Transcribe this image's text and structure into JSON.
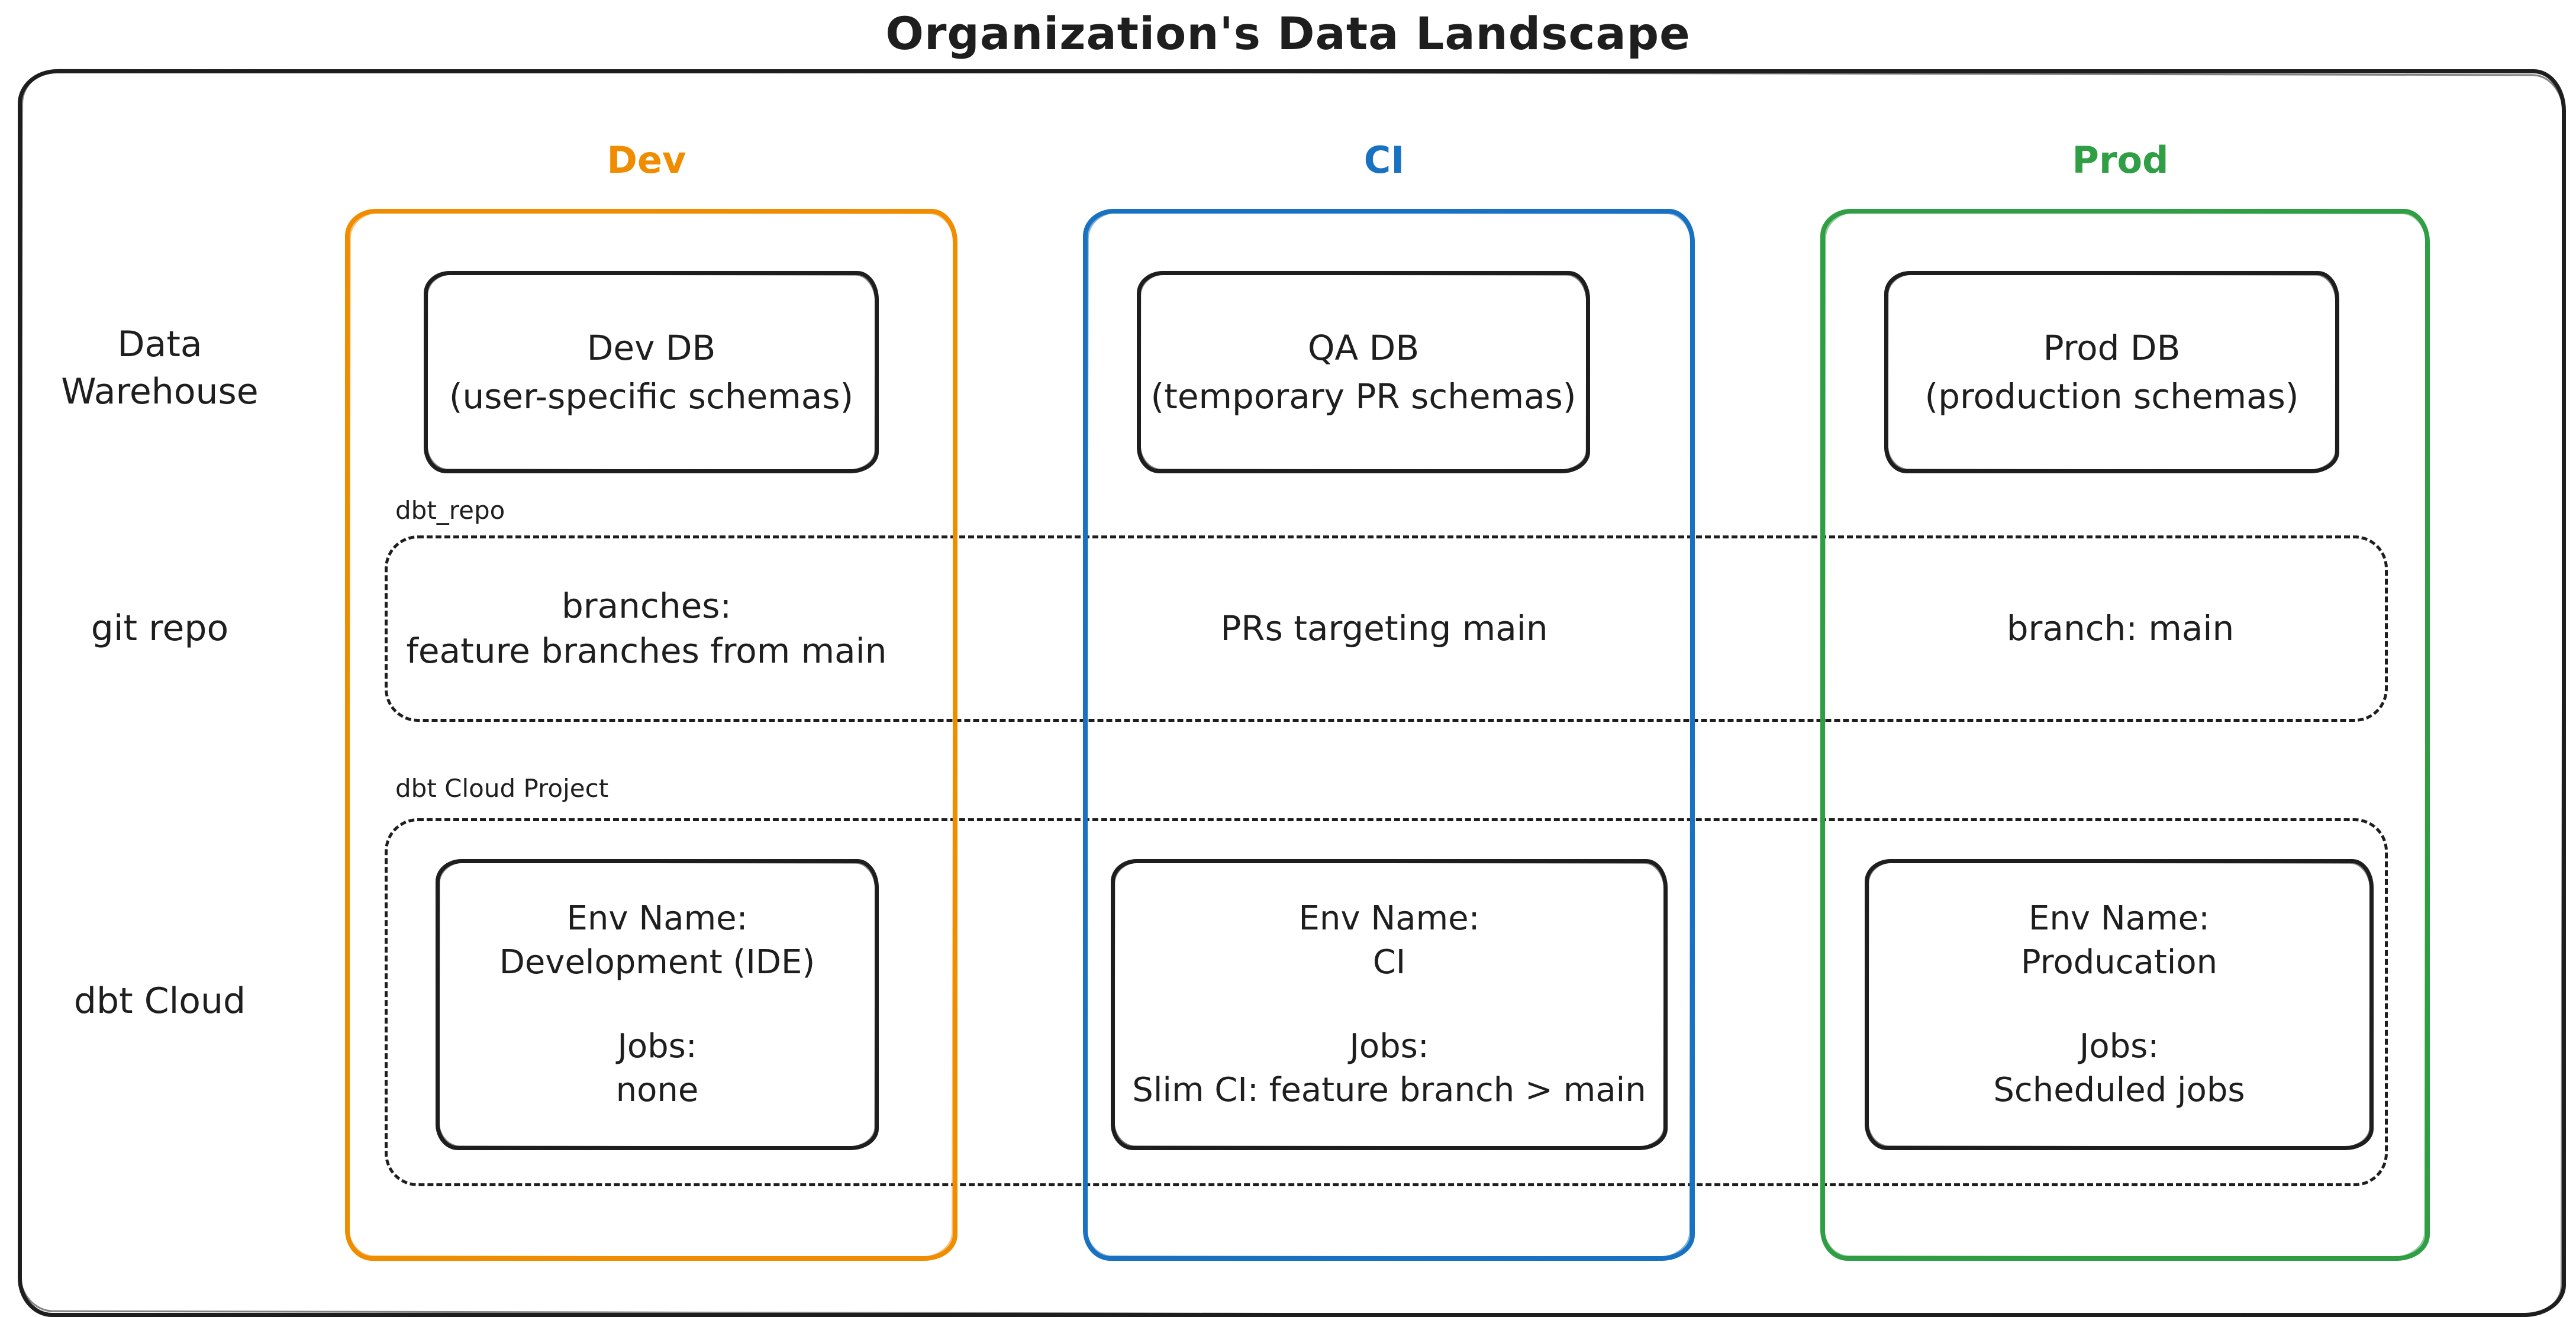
{
  "title": "Organization's Data Landscape",
  "colors": {
    "ink": "#1e1e1e",
    "dev": "#f08c00",
    "ci": "#1971c2",
    "prod": "#2f9e44"
  },
  "row_labels": {
    "warehouse_line1": "Data",
    "warehouse_line2": "Warehouse",
    "git": "git repo",
    "dbt": "dbt Cloud"
  },
  "group_labels": {
    "repo": "dbt_repo",
    "project": "dbt Cloud Project"
  },
  "columns": {
    "dev": {
      "header": "Dev",
      "db_name": "Dev DB",
      "db_detail": "(user-specific schemas)",
      "git_line1": "branches:",
      "git_line2": "feature branches from main",
      "env_label": "Env Name:",
      "env_name": "Development (IDE)",
      "jobs_label": "Jobs:",
      "jobs": "none"
    },
    "ci": {
      "header": "CI",
      "db_name": "QA DB",
      "db_detail": "(temporary PR schemas)",
      "git_line1": "PRs targeting main",
      "env_label": "Env Name:",
      "env_name": "CI",
      "jobs_label": "Jobs:",
      "jobs": "Slim CI: feature branch > main"
    },
    "prod": {
      "header": "Prod",
      "db_name": "Prod DB",
      "db_detail": "(production schemas)",
      "git_line1": "branch: main",
      "env_label": "Env Name:",
      "env_name": "Producation",
      "jobs_label": "Jobs:",
      "jobs": "Scheduled jobs"
    }
  }
}
